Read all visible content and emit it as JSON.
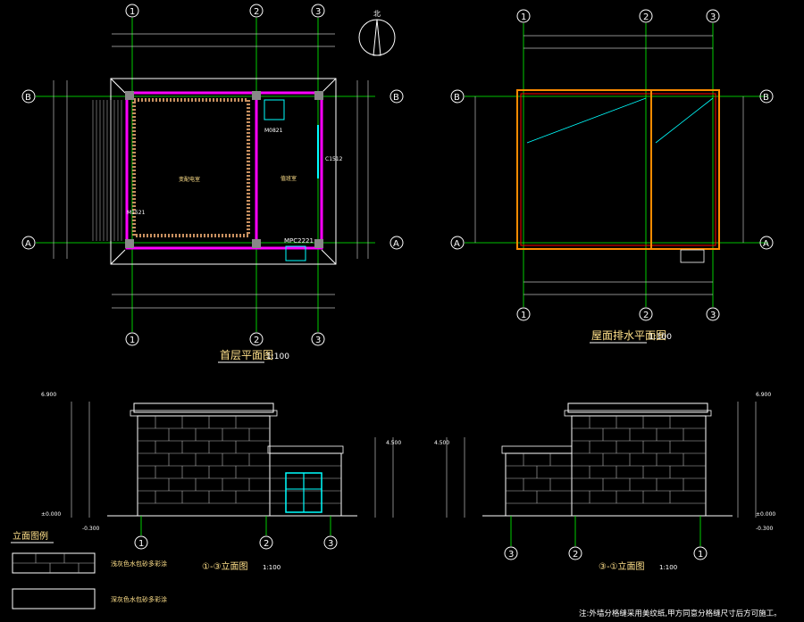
{
  "titles": {
    "ground_plan": "首层平面图",
    "ground_plan_scale": "1:100",
    "roof_plan": "屋面排水平面图",
    "roof_plan_scale": "1:100",
    "elev_front": "①-③立面图",
    "elev_front_scale": "1:100",
    "elev_back": "③-①立面图",
    "elev_back_scale": "1:100"
  },
  "axes": {
    "col1": "1",
    "col2": "2",
    "col3": "3",
    "rowA": "A",
    "rowB": "B",
    "north": "北"
  },
  "rooms": {
    "main": "变配电室",
    "side": "值班室",
    "door_m1": "M1521",
    "door_m0821": "M0821",
    "window": "MPC2221",
    "window_c": "C1512"
  },
  "levels": {
    "top": "6.900",
    "mid": "4.500",
    "ground": "±0.000",
    "below": "-0.300"
  },
  "legend": {
    "title": "立面图例",
    "item1": "浅灰色水包砂多彩涂",
    "item2": "深灰色水包砂多彩涂"
  },
  "note": "注:外墙分格缝采用美纹纸,甲方同意分格缝尺寸后方可施工。",
  "colors": {
    "wall": "#ff00ff",
    "roof_edge": "#ff8c00",
    "axis_line": "#00ff00",
    "glazing": "#00ffff"
  }
}
